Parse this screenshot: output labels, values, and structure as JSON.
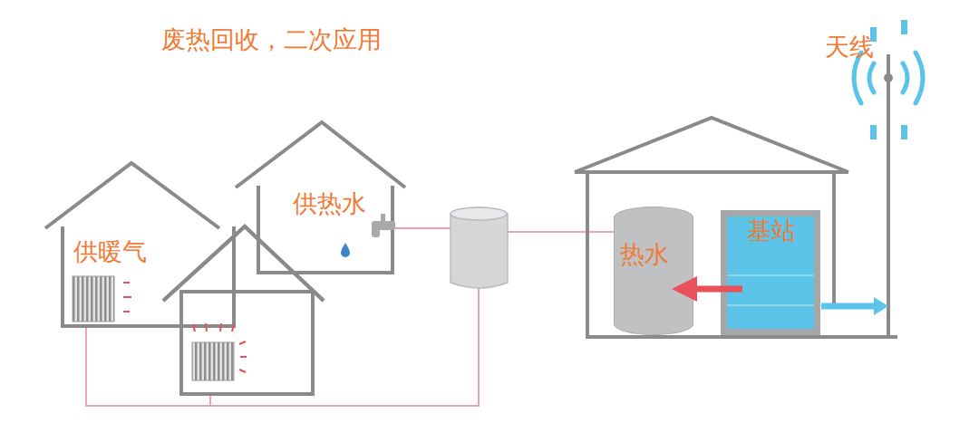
{
  "diagram": {
    "title": "废热回收，二次应用",
    "nodes": [
      {
        "text": [
          "供暖气"
        ]
      },
      {
        "text": [
          "供热水"
        ]
      },
      {
        "text": [
          "热水"
        ]
      },
      {
        "text": [
          "基站"
        ]
      }
    ],
    "edges": [
      {
        "from": 3,
        "to": 2,
        "arrow": "to"
      }
    ],
    "labels": [
      "天线"
    ]
  }
}
